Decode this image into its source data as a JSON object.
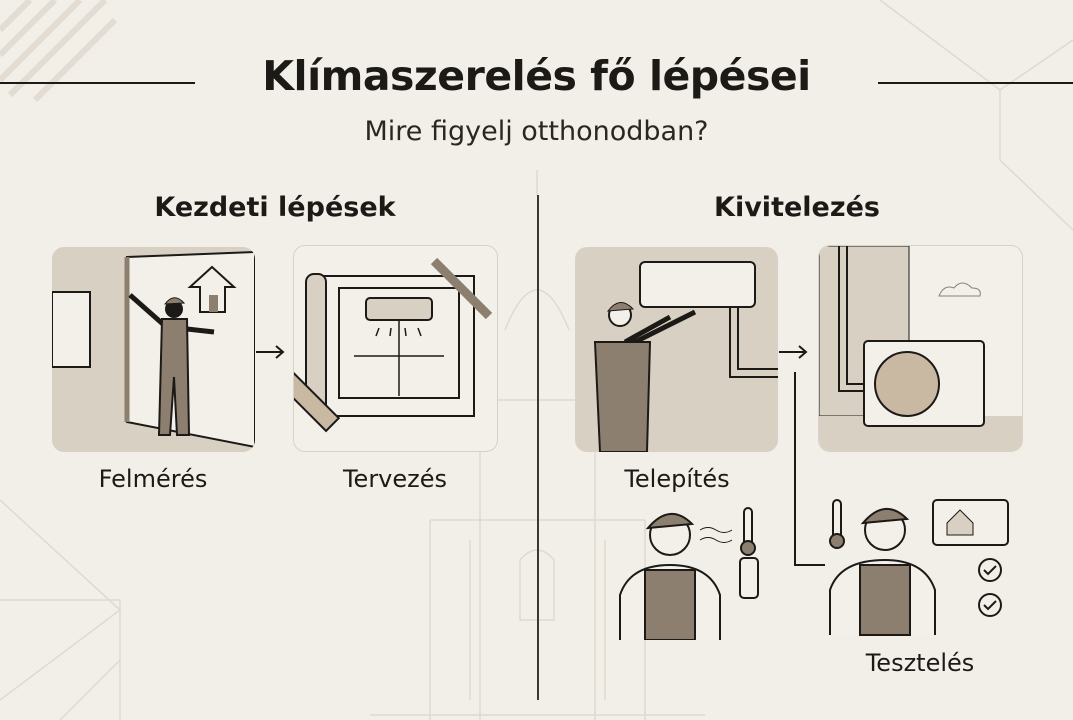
{
  "header": {
    "title": "Klímaszerelés fő lépései",
    "subtitle": "Mire figyelj otthonodban?"
  },
  "sections": [
    {
      "heading": "Kezdeti lépések",
      "steps": [
        {
          "label": "Felmérés",
          "icon": "worker-measuring-wall-icon"
        },
        {
          "label": "Tervezés",
          "icon": "blueprint-ruler-pencil-icon"
        }
      ]
    },
    {
      "heading": "Kivitelezés",
      "steps": [
        {
          "label": "Telepítés",
          "icon": "worker-installing-ac-icon"
        },
        {
          "label": "Tesztelés",
          "icon": "worker-testing-thermostat-icon"
        }
      ]
    }
  ],
  "colors": {
    "background": "#f2efe8",
    "panel": "#d9d0c4",
    "figure": "#8c7f6f",
    "ink": "#1c1a17"
  }
}
